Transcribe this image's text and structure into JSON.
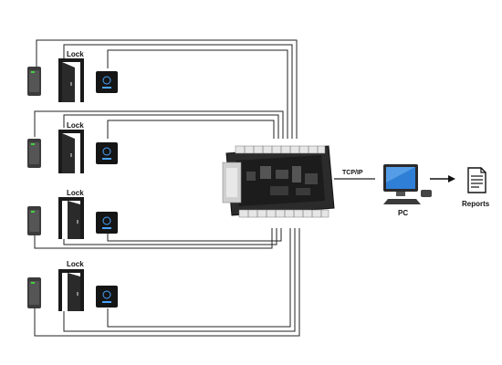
{
  "labels": {
    "lock": "Lock",
    "link": "TCP/IP",
    "pc": "PC",
    "reports": "Reports"
  },
  "doors": [
    {
      "lock_label": "Lock"
    },
    {
      "lock_label": "Lock"
    },
    {
      "lock_label": "Lock"
    },
    {
      "lock_label": "Lock"
    }
  ],
  "icons": {
    "card_reader": "card-reader-icon",
    "door": "door-icon",
    "exit_button": "exit-button-icon",
    "controller": "access-controller-board-icon",
    "pc": "desktop-computer-icon",
    "reports": "document-icon",
    "arrow": "arrow-right-icon"
  },
  "colors": {
    "wire": "#222222",
    "device_dark": "#1a1a1a",
    "reader_body": "#3b3b3b",
    "reader_led": "#3fd23f",
    "exit_glow": "#4aa3ff",
    "pc_screen": "#2f7fd6"
  }
}
